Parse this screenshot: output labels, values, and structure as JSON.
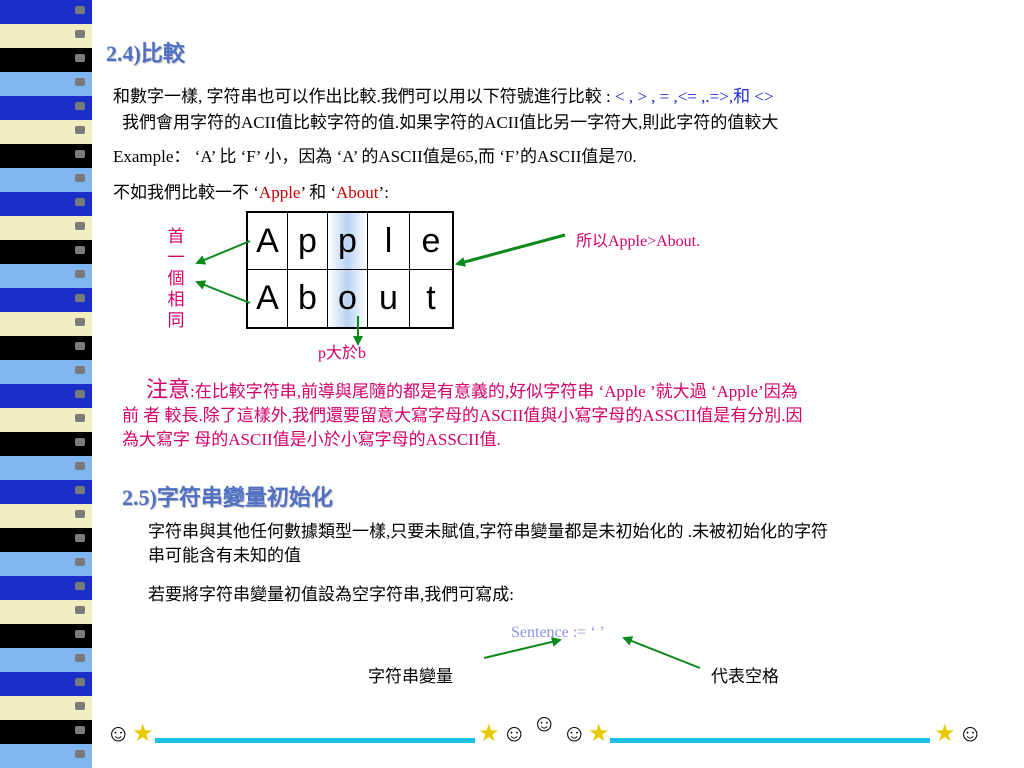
{
  "section1": {
    "heading": "2.4)比較",
    "line1_text": "和數字一樣, 字符串也可以作出比較.我們可以用以下符號進行比較 : ",
    "line1_ops": "< , > , = ,<= ,.=>,和 <>",
    "line2": "我們會用字符的ACII值比較字符的值.如果字符的ACII值比另一字符大,則此字符的值較大",
    "example": "Example： ‘A’ 比 ‘F’ 小，因為 ‘A’ 的ASCII值是65,而 ‘F’的ASCII值是70.",
    "compare_prefix": "不如我們比較一不 ‘",
    "word_apple": "Apple",
    "compare_mid": "’ 和 ‘",
    "word_about": "About",
    "compare_suffix": "’:"
  },
  "table": {
    "rows": [
      [
        "A",
        "p",
        "p",
        "l",
        "e"
      ],
      [
        "A",
        "b",
        "o",
        "u",
        "t"
      ]
    ]
  },
  "annotations": {
    "same_first": [
      "首",
      "一",
      "個",
      "相",
      "同"
    ],
    "result": "所以Apple>About.",
    "p_gt_b": "p大於b"
  },
  "note": {
    "label": "注意",
    "line1": ":在比較字符串,前導與尾隨的都是有意義的,好似字符串 ‘Apple ’就大過 ‘Apple’因為",
    "line2": "前 者 較長.除了這樣外,我們還要留意大寫字母的ASCII值與小寫字母的ASSCII值是有分別.因",
    "line3": "為大寫字 母的ASCII值是小於小寫字母的ASSCII值."
  },
  "section2": {
    "heading": "2.5)字符串變量初始化",
    "para1_line1": "字符串與其他任何數據類型一樣,只要未賦值,字符串變量都是未初始化的 .未被初始化的字符",
    "para1_line2": "串可能含有未知的值",
    "para2": "若要將字符串變量初值設為空字符串,我們可寫成:",
    "code": "Sentence := ‘ ’",
    "label_var": "字符串變量",
    "label_space": "代表空格"
  },
  "colors": {
    "heading": "#4f6fc4",
    "blue_text": "#1a2bd8",
    "red_text": "#cc0000",
    "magenta_text": "#d4006a",
    "arrow_green": "#0a8a1a",
    "footer_line": "#19c2e8"
  }
}
